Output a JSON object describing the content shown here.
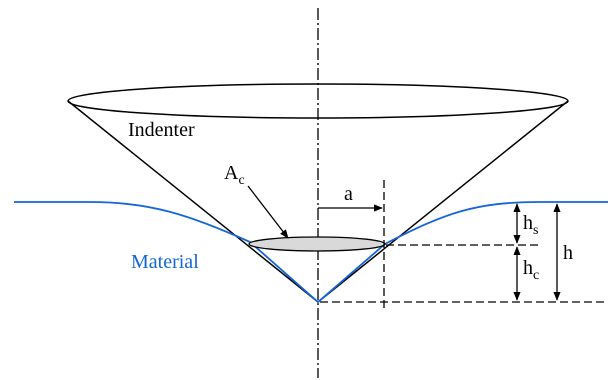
{
  "labels": {
    "indenter": "Indenter",
    "material": "Material",
    "contact_area_main": "A",
    "contact_area_sub": "c",
    "radius": "a",
    "hs_main": "h",
    "hs_sub": "s",
    "hc_main": "h",
    "hc_sub": "c",
    "h_total": "h"
  },
  "colors": {
    "line": "#000000",
    "material": "#1565d8",
    "contact_fill": "#d9d9d9"
  }
}
